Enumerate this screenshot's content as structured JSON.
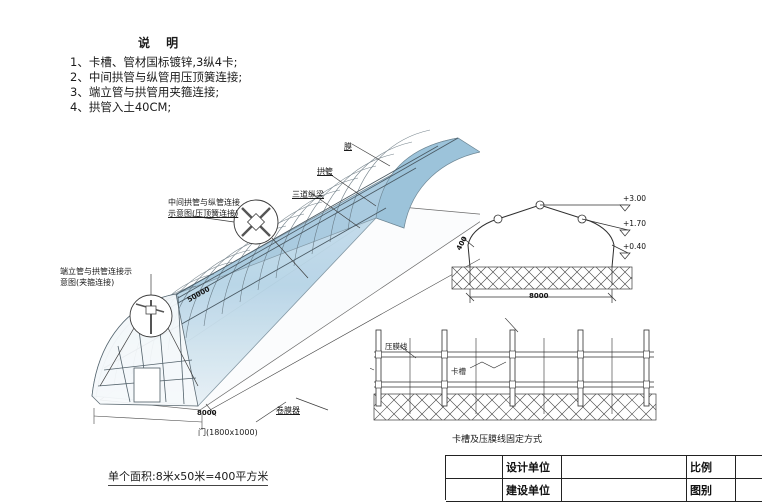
{
  "notes": {
    "title": "说  明",
    "lines": [
      "1、卡槽、管材国标镀锌,3纵4卡;",
      "2、中间拱管与纵管用压顶簧连接;",
      "3、端立管与拱管用夹箍连接;",
      "4、拱管入土40CM;"
    ]
  },
  "isometric": {
    "label_film": "膜",
    "label_arch_pipe": "拱管",
    "label_purlins": "三道纵梁",
    "callout_mid": "中间拱管与纵管连接\n示意图(压顶簧连接)",
    "callout_mid_line1": "中间拱管与纵管连接",
    "callout_mid_line2": "示意图(压顶簧连接)",
    "callout_end_line1": "端立管与拱管连接示",
    "callout_end_line2": "意图(夹箍连接)",
    "label_roller": "卷膜器",
    "label_door": "门(1800x1000)",
    "dim_length": "50000",
    "dim_width": "8000"
  },
  "section": {
    "elev_top": "+3.00",
    "elev_mid": "+1.70",
    "elev_low": "+0.40",
    "dim_span": "8000",
    "dim_depth": "400"
  },
  "detail": {
    "caption": "卡槽及压膜线固定方式",
    "label_wire": "压膜线",
    "label_channel": "卡槽"
  },
  "area_note": "单个面积:8米x50米=400平方米",
  "title_block": {
    "rows": [
      {
        "a": "",
        "b": "设计单位",
        "c": "",
        "d": "比例",
        "e": ""
      },
      {
        "a": "",
        "b": "建设单位",
        "c": "",
        "d": "图别",
        "e": ""
      }
    ],
    "design_unit": "设计单位",
    "scale": "比例",
    "construction_unit": "建设单位",
    "drawing_type": "图别"
  },
  "colors": {
    "film_blue": "#bcd7e8",
    "film_blue_dark": "#96bed6",
    "line": "#3a3a3a",
    "ground": "#555555"
  }
}
